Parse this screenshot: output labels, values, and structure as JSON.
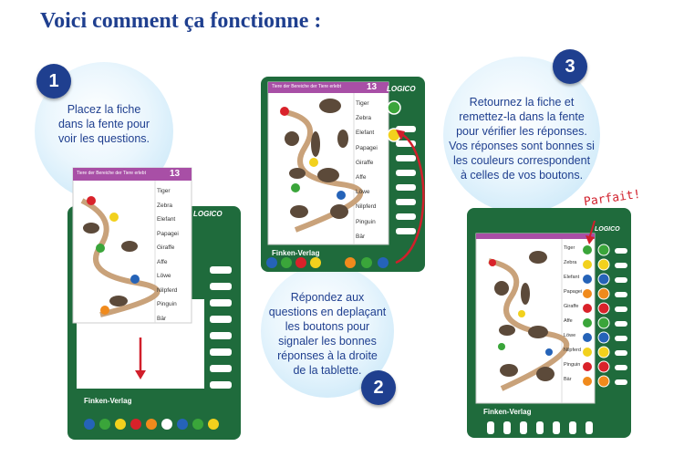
{
  "header": {
    "title": "Voici comment ça fonctionne :"
  },
  "steps": [
    {
      "number": "1",
      "lines": [
        "Placez la fiche",
        "dans la fente pour",
        "voir les questions."
      ]
    },
    {
      "number": "2",
      "lines": [
        "Répondez aux",
        "questions en deplaçant",
        "les boutons pour",
        "signaler les bonnes",
        "réponses à la droite",
        "de la tablette."
      ]
    },
    {
      "number": "3",
      "lines": [
        "Retournez la fiche et",
        "remettez-la dans la fente",
        "pour vérifier les réponses.",
        "Vos réponses sont bonnes si",
        "les couleurs correspondent",
        "à celles de vos boutons."
      ]
    }
  ],
  "card": {
    "heading": "Tiere der Bereiche der Tiere erlebt",
    "number": "13",
    "animals": [
      "Tiger",
      "Zebra",
      "Elefant",
      "Papagei",
      "Giraffe",
      "Affe",
      "Löwe",
      "Nilpferd",
      "Pinguin",
      "Bär"
    ]
  },
  "tablet": {
    "logo": "LOGICO",
    "brand": "Finken-Verlag"
  },
  "annotation": {
    "text": "Parfait!"
  },
  "colors": {
    "navy": "#1f3f8f",
    "tablet_green": "#1f6b3c",
    "card_purple": "#a84fa6",
    "accent_red": "#d11f2b",
    "button_red": "#d9222a",
    "button_blue": "#2563b8",
    "button_yellow": "#f2d11d",
    "button_green": "#3aa53a",
    "button_orange": "#f08a1c"
  }
}
